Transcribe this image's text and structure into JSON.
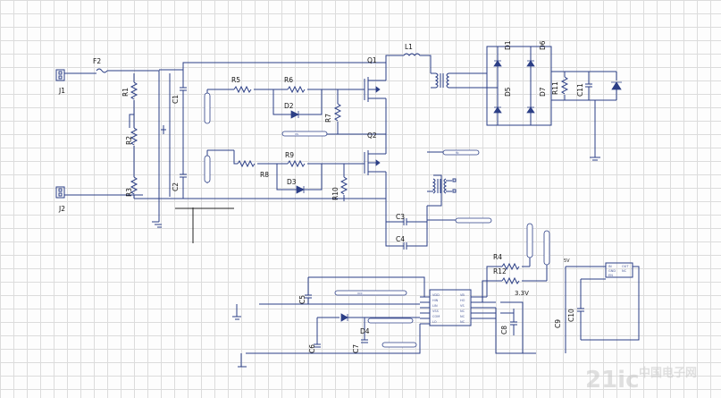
{
  "designators": {
    "J1": "J1",
    "J2": "J2",
    "F2": "F2",
    "R1": "R1",
    "R2": "R2",
    "R3": "R3",
    "R4": "R4",
    "R5": "R5",
    "R6": "R6",
    "R7": "R7",
    "R8": "R8",
    "R9": "R9",
    "R10": "R10",
    "R11": "R11",
    "R12": "R12",
    "C1": "C1",
    "C2": "C2",
    "C3": "C3",
    "C4": "C4",
    "C5": "C5",
    "C6": "C6",
    "C7": "C7",
    "C8": "C8",
    "C9": "C9",
    "C10": "C10",
    "C11": "C11",
    "D1": "D1",
    "D2": "D2",
    "D3": "D3",
    "D4": "D4",
    "D5": "D5",
    "D6": "D6",
    "D7": "D7",
    "Q1": "Q1",
    "Q2": "Q2",
    "L1": "L1"
  },
  "rail_labels": {
    "v33": "3.3V",
    "v5": "5V"
  },
  "watermark": {
    "logo": "21ic",
    "text": "中国电子网"
  },
  "colors": {
    "wire": "#2c3f86",
    "grid": "#dcdcdc",
    "label": "#1a1a1a"
  }
}
